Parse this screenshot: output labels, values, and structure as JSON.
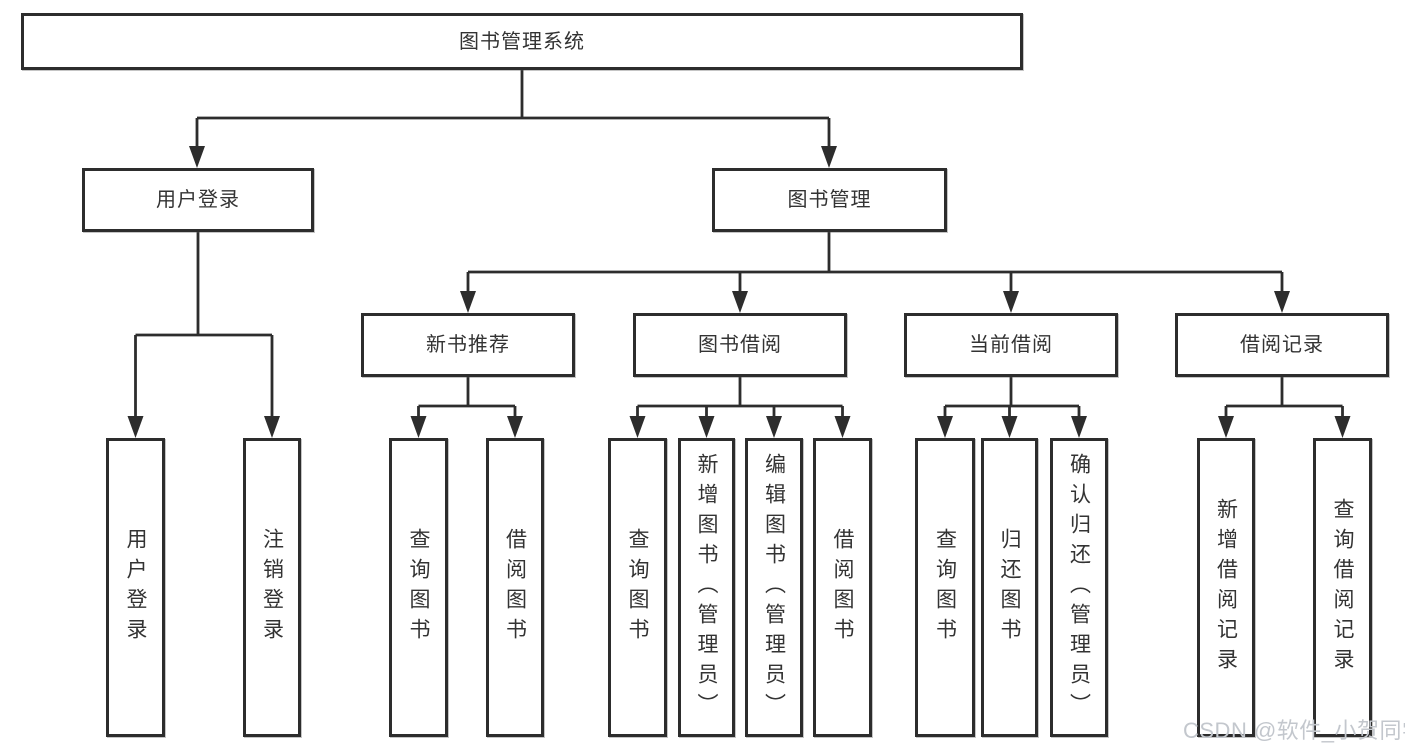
{
  "colors": {
    "line": "#2d2d2d",
    "box_border": "#2d2d2d",
    "text": "#333333",
    "watermark": "#c3c7cd",
    "background": "#ffffff"
  },
  "watermark": {
    "text": "CSDN @软件_小贺同学"
  },
  "nodes": {
    "root": {
      "label": "图书管理系统",
      "children": [
        "login",
        "mgmt"
      ]
    },
    "login": {
      "label": "用户登录",
      "children": [
        "login_user",
        "login_logout"
      ]
    },
    "mgmt": {
      "label": "图书管理",
      "children": [
        "newbook",
        "borrow",
        "current",
        "records"
      ]
    },
    "newbook": {
      "label": "新书推荐",
      "children": [
        "new_query",
        "new_borrow"
      ]
    },
    "borrow": {
      "label": "图书借阅",
      "children": [
        "bor_query",
        "bor_add",
        "bor_edit",
        "bor_lend"
      ]
    },
    "current": {
      "label": "当前借阅",
      "children": [
        "cur_query",
        "cur_return",
        "cur_confirm"
      ]
    },
    "records": {
      "label": "借阅记录",
      "children": [
        "rec_add",
        "rec_query"
      ]
    },
    "login_user": {
      "label": "用户登录",
      "children": []
    },
    "login_logout": {
      "label": "注销登录",
      "children": []
    },
    "new_query": {
      "label": "查询图书",
      "children": []
    },
    "new_borrow": {
      "label": "借阅图书",
      "children": []
    },
    "bor_query": {
      "label": "查询图书",
      "children": []
    },
    "bor_add": {
      "label": "新增图书（管理员）",
      "children": []
    },
    "bor_edit": {
      "label": "编辑图书（管理员）",
      "children": []
    },
    "bor_lend": {
      "label": "借阅图书",
      "children": []
    },
    "cur_query": {
      "label": "查询图书",
      "children": []
    },
    "cur_return": {
      "label": "归还图书",
      "children": []
    },
    "cur_confirm": {
      "label": "确认归还（管理员）",
      "children": []
    },
    "rec_add": {
      "label": "新增借阅记录",
      "children": []
    },
    "rec_query": {
      "label": "查询借阅记录",
      "children": []
    }
  }
}
